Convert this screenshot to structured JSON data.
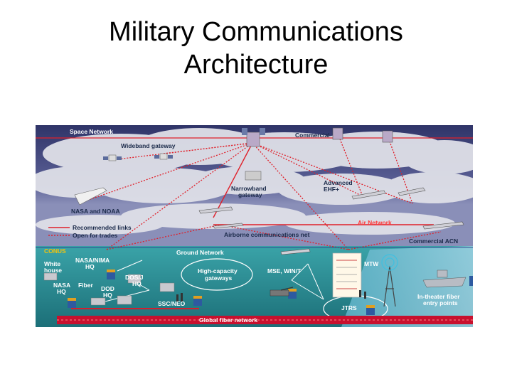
{
  "title": {
    "line1": "Military Communications",
    "line2": "Architecture"
  },
  "diagram": {
    "space_network": "Space Network",
    "commercial": "Commercial",
    "wideband_gateway": "Wideband gateway",
    "narrowband_gateway_1": "Narrowband",
    "narrowband_gateway_2": "gateway",
    "advanced_ehf_1": "Advanced",
    "advanced_ehf_2": "EHF+",
    "nasa_noaa": "NASA and NOAA",
    "air_network": "Air Network",
    "recommended_links": "Recommended links",
    "open_for_trades": "Open for trades",
    "airborne_net": "Airborne communications net",
    "commercial_acn": "Commercial ACN",
    "conus": "CONUS",
    "ground_network": "Ground Network",
    "nasa_nima_1": "NASA/NIMA",
    "nasa_nima_2": "HQ",
    "white_house_1": "White",
    "white_house_2": "house",
    "nasa_hq_1": "NASA",
    "nasa_hq_2": "HQ",
    "fiber": "Fiber",
    "dod_hq_1": "DOD",
    "dod_hq_2": "HQ",
    "dosj_hq_1": "DOS/J",
    "dosj_hq_2": "HQ",
    "high_capacity_1": "High-capacity",
    "high_capacity_2": "gateways",
    "ssc_neo": "SSC/NEO",
    "mse_win_t": "MSE, WIN/T",
    "mtw": "MTW",
    "jtrs": "JTRS",
    "in_theater_1": "In-theater fiber",
    "in_theater_2": "entry points",
    "global_fiber": "Global fiber network"
  },
  "colors": {
    "sky_top": "#3a3f73",
    "cloud": "#e3e3ea",
    "ground": "#2f8f96",
    "link_red": "#e0202a",
    "fiber_bar": "#c8102e"
  }
}
